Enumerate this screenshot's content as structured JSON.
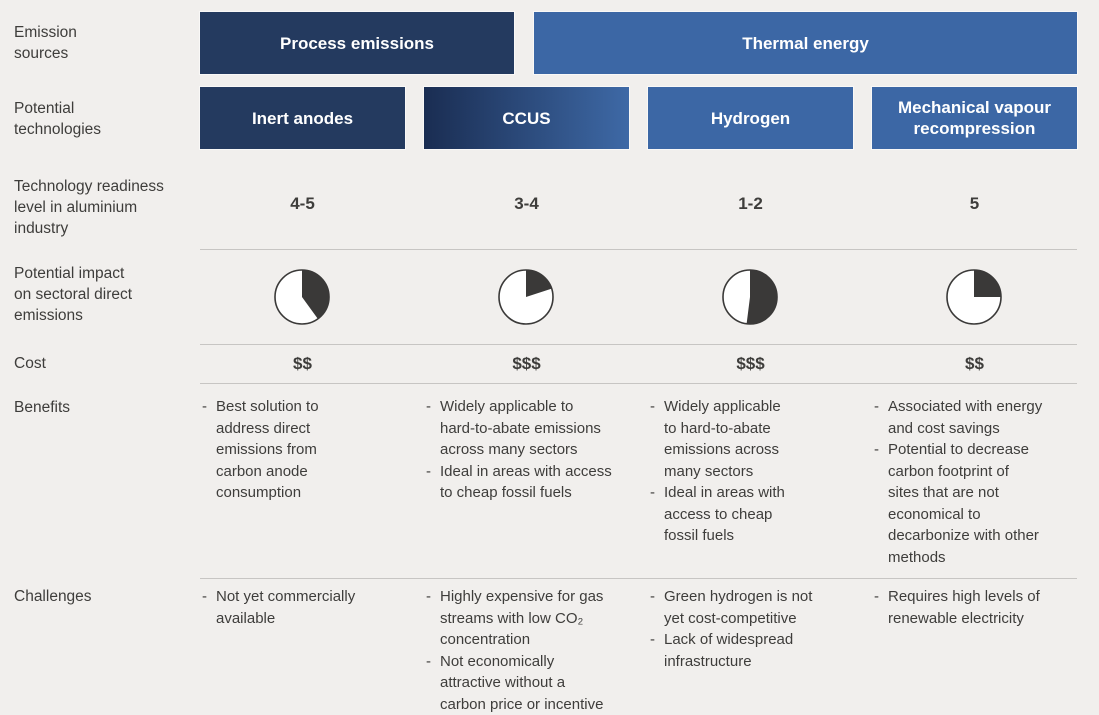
{
  "colors": {
    "background": "#f1efed",
    "dark_navy": "#243a5f",
    "blue": "#3c67a5",
    "ccus_gradient_start": "#1a2d52",
    "ccus_gradient_end": "#3e69a6",
    "text": "#3e3d3b",
    "divider": "#c7c5c3",
    "pie_fill": "#3a3938",
    "pie_stroke": "#3a3938"
  },
  "row_labels": {
    "emission_sources": "Emission\nsources",
    "potential_technologies": "Potential\ntechnologies",
    "technology_readiness": "Technology readiness\nlevel in aluminium\nindustry",
    "potential_impact": "Potential impact\non sectoral direct\nemissions",
    "cost": "Cost",
    "benefits": "Benefits",
    "challenges": "Challenges"
  },
  "emission_sources": {
    "process_emissions": "Process emissions",
    "thermal_energy": "Thermal energy"
  },
  "technologies": [
    {
      "name": "Inert anodes",
      "trl": "4-5",
      "impact_fraction": 0.4,
      "cost": "$$",
      "benefits": [
        "Best solution to\naddress direct\nemissions from\ncarbon anode\nconsumption"
      ],
      "challenges": [
        "Not yet commercially\navailable"
      ]
    },
    {
      "name": "CCUS",
      "trl": "3-4",
      "impact_fraction": 0.2,
      "cost": "$$$",
      "benefits": [
        "Widely applicable to\nhard-to-abate emissions\nacross many sectors",
        "Ideal in areas with access\nto cheap fossil fuels"
      ],
      "challenges": [
        "Highly expensive for gas\nstreams with low CO₂\nconcentration",
        "Not economically\nattractive without a\ncarbon price or incentive"
      ]
    },
    {
      "name": "Hydrogen",
      "trl": "1-2",
      "impact_fraction": 0.52,
      "cost": "$$$",
      "benefits": [
        "Widely applicable\nto hard-to-abate\nemissions across\nmany sectors",
        "Ideal in areas with\naccess to cheap\nfossil fuels"
      ],
      "challenges": [
        "Green hydrogen is not\nyet cost-competitive",
        "Lack of widespread\ninfrastructure"
      ]
    },
    {
      "name": "Mechanical vapour\nrecompression",
      "trl": "5",
      "impact_fraction": 0.25,
      "cost": "$$",
      "benefits": [
        "Associated with energy\nand cost savings",
        "Potential to decrease\ncarbon footprint of\nsites that are not\neconomical to\ndecarbonize with other\nmethods"
      ],
      "challenges": [
        "Requires high levels of\nrenewable electricity"
      ]
    }
  ]
}
